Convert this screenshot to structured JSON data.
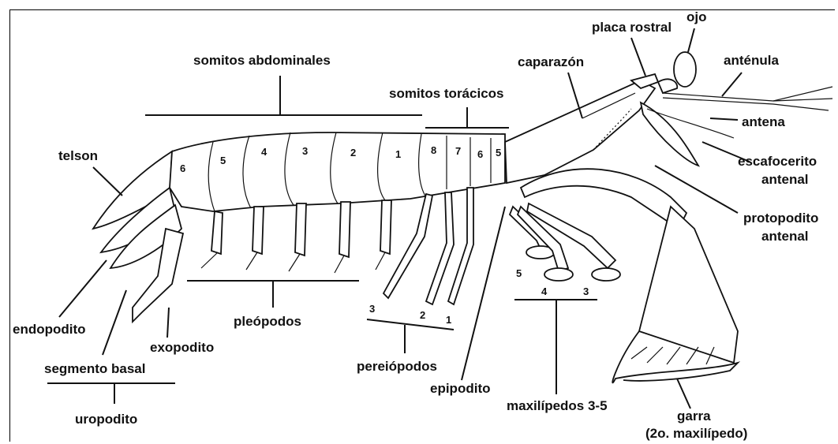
{
  "labels": {
    "placa_rostral": "placa rostral",
    "ojo": "ojo",
    "antenula": "anténula",
    "caparazon": "caparazón",
    "somitos_abdominales": "somitos abdominales",
    "somitos_toracicos": "somitos torácicos",
    "antena": "antena",
    "escafocerito": "escafocerito",
    "escafocerito2": "antenal",
    "protopodito": "protopodito",
    "protopodito2": "antenal",
    "telson": "telson",
    "endopodito": "endopodito",
    "exopodito": "exopodito",
    "segmento_basal": "segmento basal",
    "uropodito": "uropodito",
    "pleopodos": "pleópodos",
    "pereiopodos": "pereiópodos",
    "epipodito": "epipodito",
    "maxilipedos": "maxilípedos 3-5",
    "garra": "garra",
    "garra2": "(2o. maxilípedo)"
  },
  "numbers": {
    "abd_6": "6",
    "abd_5": "5",
    "abd_4": "4",
    "abd_3": "3",
    "abd_2": "2",
    "abd_1": "1",
    "tor_8": "8",
    "tor_7": "7",
    "tor_6": "6",
    "tor_5": "5",
    "per_3": "3",
    "per_2": "2",
    "per_1": "1",
    "max_5": "5",
    "max_4": "4",
    "max_3": "3"
  }
}
